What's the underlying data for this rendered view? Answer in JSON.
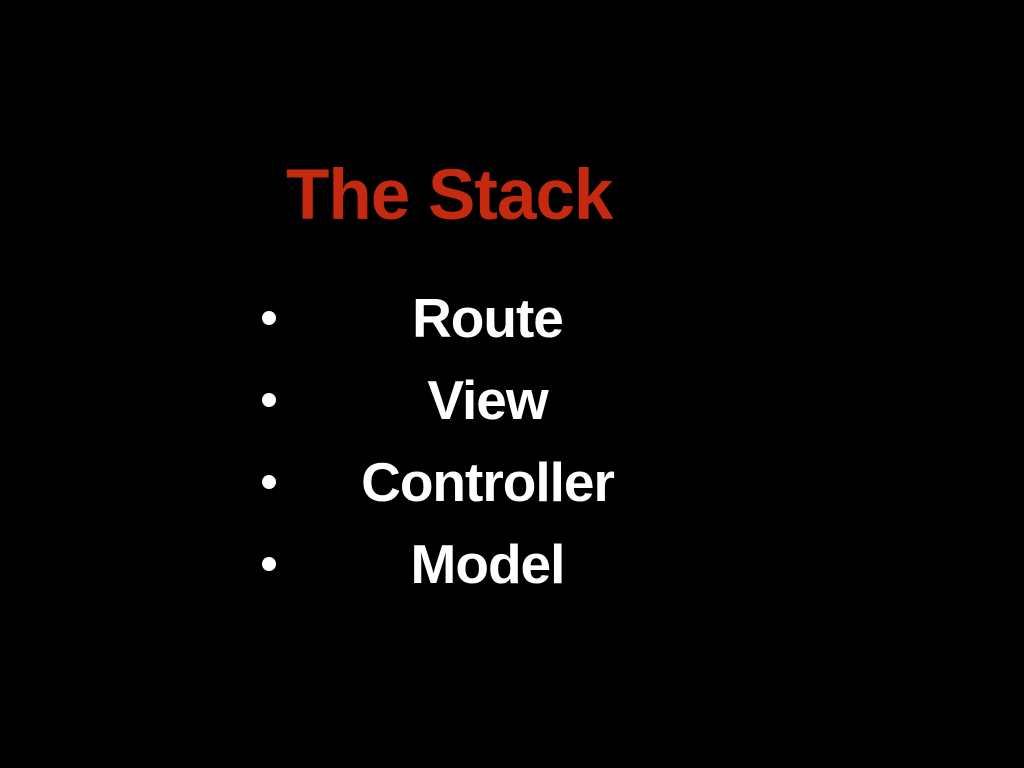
{
  "slide": {
    "title": "The Stack",
    "bullets": [
      {
        "label": "Route"
      },
      {
        "label": "View"
      },
      {
        "label": "Controller"
      },
      {
        "label": "Model"
      }
    ],
    "colors": {
      "background": "#000000",
      "title": "#c52a10",
      "text": "#ffffff"
    }
  }
}
